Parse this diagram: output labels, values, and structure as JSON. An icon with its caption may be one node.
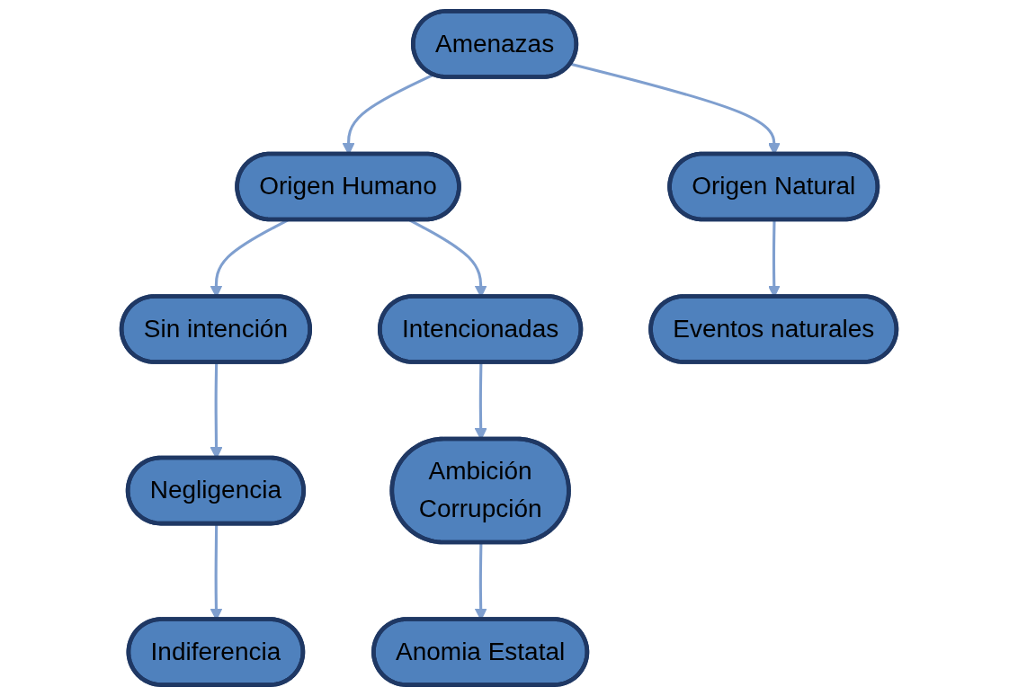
{
  "diagram": {
    "nodes": [
      {
        "text": [
          "Amenazas"
        ]
      },
      {
        "text": [
          "Origen Humano"
        ]
      },
      {
        "text": [
          "Origen Natural"
        ]
      },
      {
        "text": [
          "Sin intención"
        ]
      },
      {
        "text": [
          "Intencionadas"
        ]
      },
      {
        "text": [
          "Eventos naturales"
        ]
      },
      {
        "text": [
          "Negligencia"
        ]
      },
      {
        "text": [
          "Ambición",
          "Corrupción"
        ]
      },
      {
        "text": [
          "Indiferencia"
        ]
      },
      {
        "text": [
          "Anomia Estatal"
        ]
      }
    ],
    "edges": [
      {
        "from": 0,
        "to": 1,
        "arrow": "to"
      },
      {
        "from": 0,
        "to": 2,
        "arrow": "to"
      },
      {
        "from": 1,
        "to": 3,
        "arrow": "to"
      },
      {
        "from": 1,
        "to": 4,
        "arrow": "to"
      },
      {
        "from": 2,
        "to": 5,
        "arrow": "to"
      },
      {
        "from": 3,
        "to": 6,
        "arrow": "to"
      },
      {
        "from": 4,
        "to": 7,
        "arrow": "to"
      },
      {
        "from": 6,
        "to": 8,
        "arrow": "to"
      },
      {
        "from": 7,
        "to": 9,
        "arrow": "to"
      }
    ]
  }
}
